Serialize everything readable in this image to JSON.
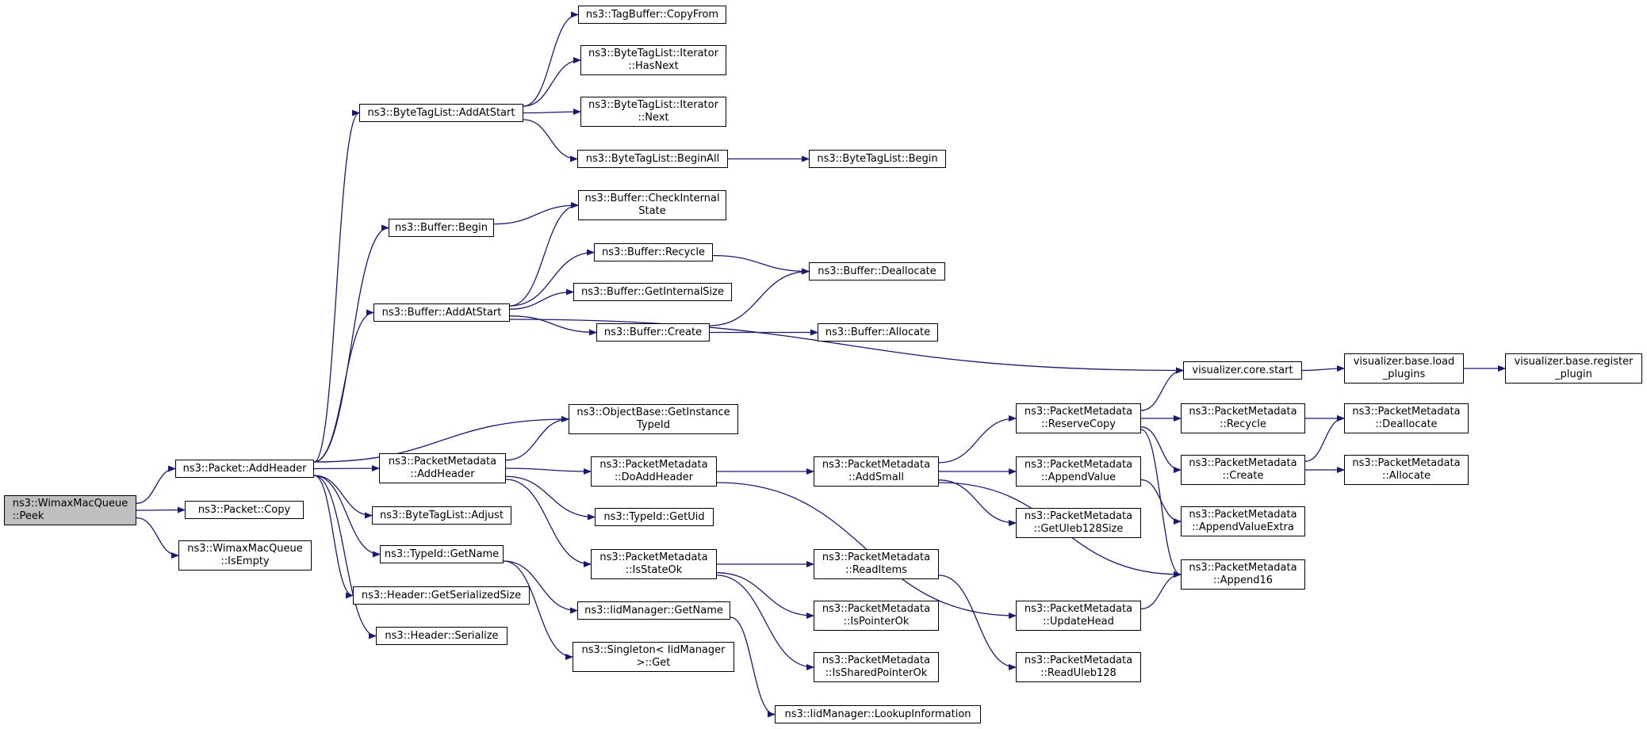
{
  "graph": {
    "colors": {
      "edge": "#191970",
      "root_fill": "#bfbfbf",
      "node_fill": "#ffffff",
      "node_border": "#000000"
    },
    "nodes": {
      "peek": "ns3::WimaxMacQueue\n::Peek",
      "add_header": "ns3::Packet::AddHeader",
      "copy": "ns3::Packet::Copy",
      "is_empty": "ns3::WimaxMacQueue\n::IsEmpty",
      "btl_add_at_start": "ns3::ByteTagList::AddAtStart",
      "buffer_begin": "ns3::Buffer::Begin",
      "buffer_add_at_start": "ns3::Buffer::AddAtStart",
      "pm_add_header": "ns3::PacketMetadata\n::AddHeader",
      "btl_adjust": "ns3::ByteTagList::Adjust",
      "typeid_get_name": "ns3::TypeId::GetName",
      "header_get_serialized_size": "ns3::Header::GetSerializedSize",
      "header_serialize": "ns3::Header::Serialize",
      "tagbuffer_copy_from": "ns3::TagBuffer::CopyFrom",
      "btl_iterator_has_next": "ns3::ByteTagList::Iterator\n::HasNext",
      "btl_iterator_next": "ns3::ByteTagList::Iterator\n::Next",
      "btl_begin_all": "ns3::ByteTagList::BeginAll",
      "buffer_check_internal_state": "ns3::Buffer::CheckInternal\nState",
      "buffer_recycle": "ns3::Buffer::Recycle",
      "buffer_get_internal_size": "ns3::Buffer::GetInternalSize",
      "buffer_create": "ns3::Buffer::Create",
      "objectbase_get_instance_typeid": "ns3::ObjectBase::GetInstance\nTypeId",
      "pm_do_add_header": "ns3::PacketMetadata\n::DoAddHeader",
      "typeid_get_uid": "ns3::TypeId::GetUid",
      "pm_is_state_ok": "ns3::PacketMetadata\n::IsStateOk",
      "iidmanager_get_name": "ns3::IidManager::GetName",
      "singleton_get": "ns3::Singleton< IidManager\n>::Get",
      "btl_begin": "ns3::ByteTagList::Begin",
      "buffer_deallocate": "ns3::Buffer::Deallocate",
      "buffer_allocate": "ns3::Buffer::Allocate",
      "visualizer_core_start": "visualizer.core.start",
      "pm_add_small": "ns3::PacketMetadata\n::AddSmall",
      "pm_read_items": "ns3::PacketMetadata\n::ReadItems",
      "pm_is_pointer_ok": "ns3::PacketMetadata\n::IsPointerOk",
      "pm_is_shared_pointer_ok": "ns3::PacketMetadata\n::IsSharedPointerOk",
      "iidmanager_lookup_information": "ns3::IidManager::LookupInformation",
      "visualizer_base_load_plugins": "visualizer.base.load\n_plugins",
      "visualizer_base_register_plugin": "visualizer.base.register\n_plugin",
      "pm_reserve_copy": "ns3::PacketMetadata\n::ReserveCopy",
      "pm_append_value": "ns3::PacketMetadata\n::AppendValue",
      "pm_get_uleb128_size": "ns3::PacketMetadata\n::GetUleb128Size",
      "pm_update_head": "ns3::PacketMetadata\n::UpdateHead",
      "pm_read_uleb128": "ns3::PacketMetadata\n::ReadUleb128",
      "pm_recycle": "ns3::PacketMetadata\n::Recycle",
      "pm_create": "ns3::PacketMetadata\n::Create",
      "pm_append_value_extra": "ns3::PacketMetadata\n::AppendValueExtra",
      "pm_append16": "ns3::PacketMetadata\n::Append16",
      "pm_deallocate": "ns3::PacketMetadata\n::Deallocate",
      "pm_allocate": "ns3::PacketMetadata\n::Allocate"
    },
    "edges": [
      [
        "peek",
        "add_header"
      ],
      [
        "peek",
        "copy"
      ],
      [
        "peek",
        "is_empty"
      ],
      [
        "add_header",
        "btl_add_at_start"
      ],
      [
        "add_header",
        "buffer_begin"
      ],
      [
        "add_header",
        "buffer_add_at_start"
      ],
      [
        "add_header",
        "objectbase_get_instance_typeid"
      ],
      [
        "add_header",
        "pm_add_header"
      ],
      [
        "add_header",
        "btl_adjust"
      ],
      [
        "add_header",
        "typeid_get_name"
      ],
      [
        "add_header",
        "header_get_serialized_size"
      ],
      [
        "add_header",
        "header_serialize"
      ],
      [
        "btl_add_at_start",
        "tagbuffer_copy_from"
      ],
      [
        "btl_add_at_start",
        "btl_iterator_has_next"
      ],
      [
        "btl_add_at_start",
        "btl_iterator_next"
      ],
      [
        "btl_add_at_start",
        "btl_begin_all"
      ],
      [
        "btl_begin_all",
        "btl_begin"
      ],
      [
        "buffer_begin",
        "buffer_check_internal_state"
      ],
      [
        "buffer_add_at_start",
        "buffer_check_internal_state"
      ],
      [
        "buffer_add_at_start",
        "buffer_recycle"
      ],
      [
        "buffer_add_at_start",
        "buffer_get_internal_size"
      ],
      [
        "buffer_add_at_start",
        "buffer_create"
      ],
      [
        "buffer_add_at_start",
        "visualizer_core_start"
      ],
      [
        "buffer_recycle",
        "buffer_deallocate"
      ],
      [
        "buffer_create",
        "buffer_deallocate"
      ],
      [
        "buffer_create",
        "buffer_allocate"
      ],
      [
        "visualizer_core_start",
        "visualizer_base_load_plugins"
      ],
      [
        "visualizer_base_load_plugins",
        "visualizer_base_register_plugin"
      ],
      [
        "pm_add_header",
        "objectbase_get_instance_typeid"
      ],
      [
        "pm_add_header",
        "pm_do_add_header"
      ],
      [
        "pm_add_header",
        "typeid_get_uid"
      ],
      [
        "pm_add_header",
        "pm_is_state_ok"
      ],
      [
        "pm_do_add_header",
        "pm_add_small"
      ],
      [
        "pm_do_add_header",
        "pm_update_head"
      ],
      [
        "pm_is_state_ok",
        "pm_read_items"
      ],
      [
        "pm_is_state_ok",
        "pm_is_pointer_ok"
      ],
      [
        "pm_is_state_ok",
        "pm_is_shared_pointer_ok"
      ],
      [
        "typeid_get_name",
        "iidmanager_get_name"
      ],
      [
        "typeid_get_name",
        "singleton_get"
      ],
      [
        "iidmanager_get_name",
        "iidmanager_lookup_information"
      ],
      [
        "pm_add_small",
        "pm_reserve_copy"
      ],
      [
        "pm_add_small",
        "pm_append_value"
      ],
      [
        "pm_add_small",
        "pm_get_uleb128_size"
      ],
      [
        "pm_add_small",
        "pm_append16"
      ],
      [
        "pm_reserve_copy",
        "visualizer_core_start"
      ],
      [
        "pm_reserve_copy",
        "pm_recycle"
      ],
      [
        "pm_reserve_copy",
        "pm_create"
      ],
      [
        "pm_reserve_copy",
        "pm_append16"
      ],
      [
        "pm_recycle",
        "pm_deallocate"
      ],
      [
        "pm_create",
        "pm_deallocate"
      ],
      [
        "pm_create",
        "pm_allocate"
      ],
      [
        "pm_append_value",
        "pm_append_value_extra"
      ],
      [
        "pm_update_head",
        "pm_append16"
      ],
      [
        "pm_read_items",
        "pm_read_uleb128"
      ]
    ]
  }
}
